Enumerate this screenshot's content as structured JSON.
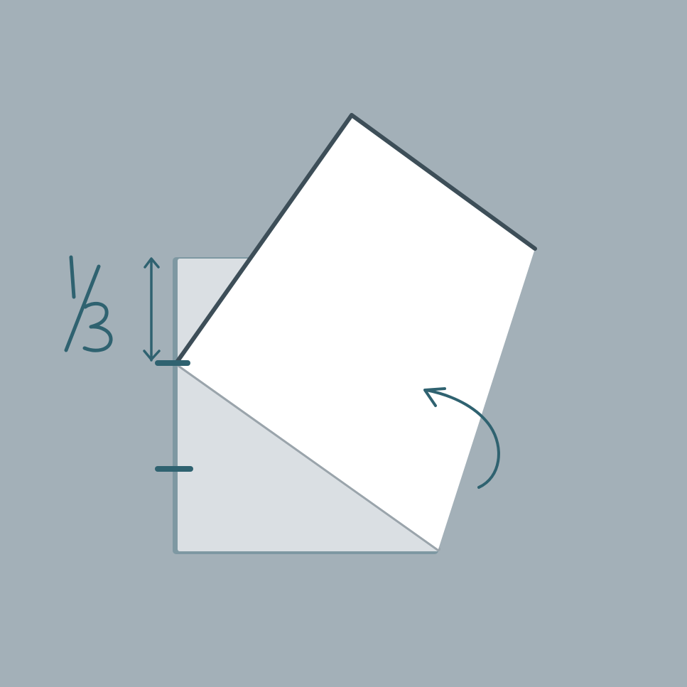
{
  "diagram": {
    "fraction_label": "1/3",
    "colors": {
      "background": "#a3b0b8",
      "paper_back": "#dadfe3",
      "paper_front": "#ffffff",
      "edge_dark": "#3d4e58",
      "crease": "#9aa4ab",
      "accent": "#2f6270"
    },
    "icons": {
      "measure": "double-headed-arrow",
      "fold": "curved-arrow"
    }
  }
}
